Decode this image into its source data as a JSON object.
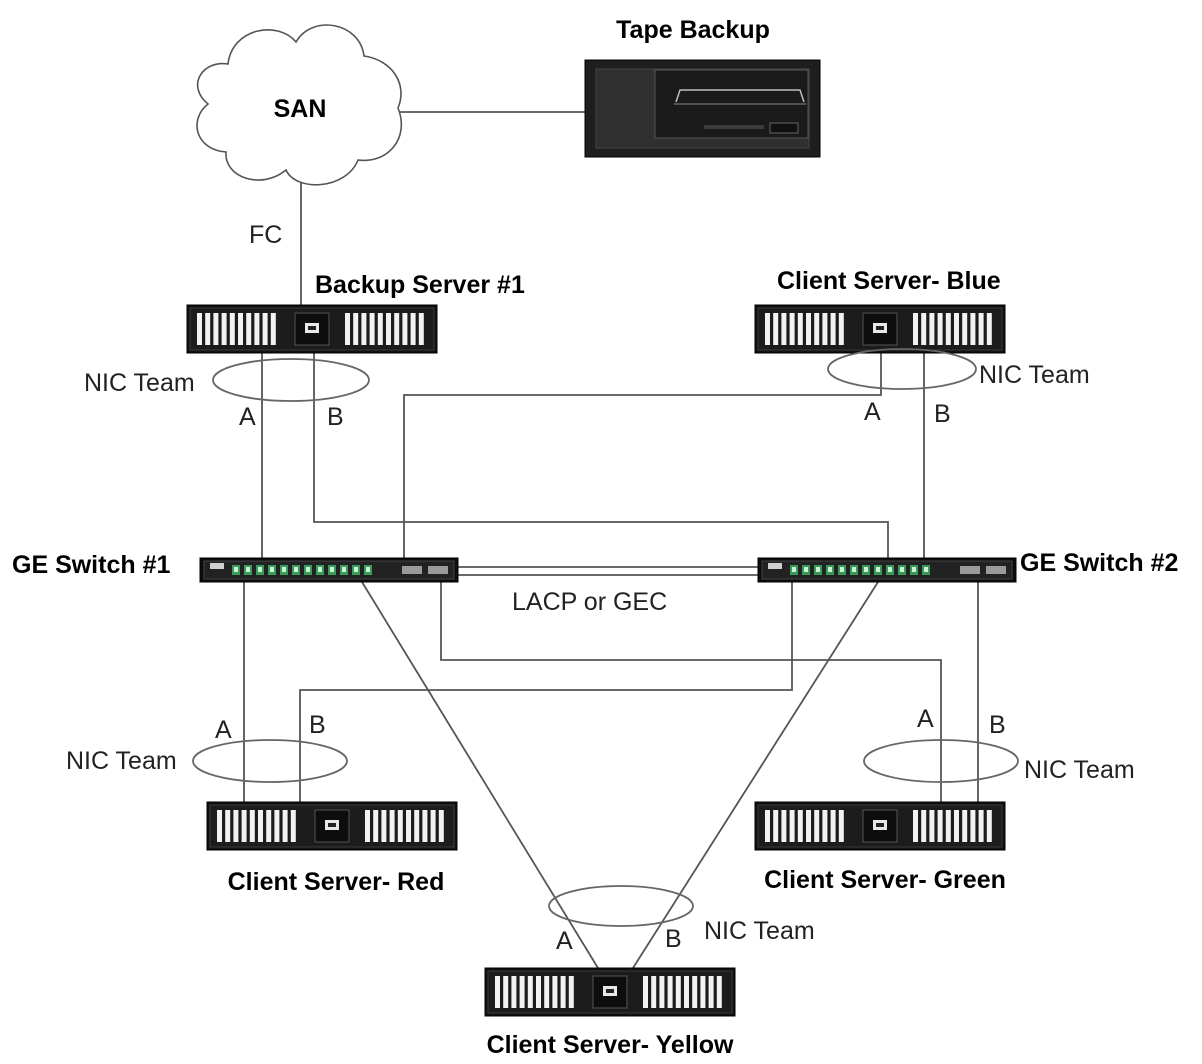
{
  "labels": {
    "tape_backup": "Tape Backup",
    "san": "SAN",
    "fc": "FC",
    "backup_server_1": "Backup Server #1",
    "client_blue": "Client Server- Blue",
    "client_red": "Client Server- Red",
    "client_green": "Client Server- Green",
    "client_yellow": "Client Server- Yellow",
    "ge_switch_1": "GE Switch #1",
    "ge_switch_2": "GE Switch #2",
    "lacp": "LACP or GEC",
    "nic_team": "NIC Team",
    "port_a": "A",
    "port_b": "B"
  },
  "colors": {
    "line": "#555555",
    "device": "#111111",
    "switch_port": "#3a9a5a",
    "tape_body": "#2a2a2a"
  },
  "icons": {
    "san": "cloud-icon",
    "tape": "tape-drive-icon",
    "server": "rack-server-icon",
    "switch": "network-switch-icon"
  }
}
